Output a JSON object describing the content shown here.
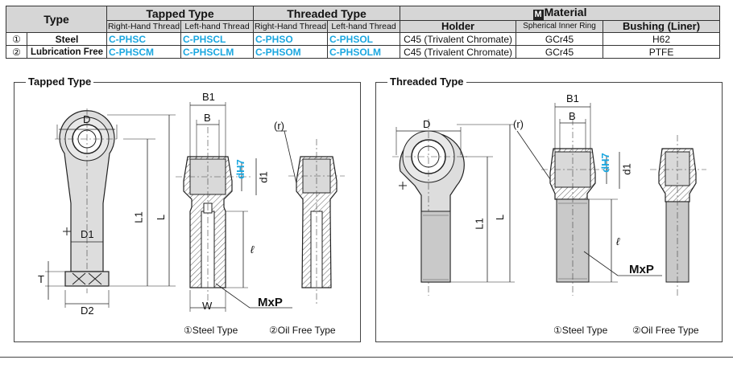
{
  "table": {
    "type_header": "Type",
    "tapped_header": "Tapped Type",
    "threaded_header": "Threaded Type",
    "material_icon": "M",
    "material_header": "Material",
    "sub_headers": {
      "tapped_right": "Right-Hand Thread",
      "tapped_left": "Left-hand Thread",
      "threaded_right": "Right-Hand Thread",
      "threaded_left": "Left-hand Thread",
      "holder": "Holder",
      "inner_ring": "Spherical Inner Ring",
      "bushing": "Bushing (Liner)"
    },
    "rows": [
      {
        "num": "①",
        "type": "Steel",
        "tapped_right": "C-PHSC",
        "tapped_left": "C-PHSCL",
        "threaded_right": "C-PHSO",
        "threaded_left": "C-PHSOL",
        "holder": "C45 (Trivalent Chromate)",
        "inner_ring": "GCr45",
        "bushing": "H62"
      },
      {
        "num": "②",
        "type": "Lubrication Free",
        "tapped_right": "C-PHSCM",
        "tapped_left": "C-PHSCLM",
        "threaded_right": "C-PHSOM",
        "threaded_left": "C-PHSOLM",
        "holder": "C45 (Trivalent Chromate)",
        "inner_ring": "GCr45",
        "bushing": "PTFE"
      }
    ]
  },
  "tapped_panel": {
    "title": "Tapped Type",
    "labels": {
      "D": "D",
      "D1": "D1",
      "D2": "D2",
      "T": "T",
      "L1": "L1",
      "L": "L",
      "B1": "B1",
      "B": "B",
      "dH7": "dH7",
      "d1": "d1",
      "ell": "ℓ",
      "W": "W",
      "MxP": "MxP",
      "r": "(r)"
    },
    "caption_steel": "①Steel Type",
    "caption_oilfree": "②Oil Free Type"
  },
  "threaded_panel": {
    "title": "Threaded Type",
    "labels": {
      "D": "D",
      "L1": "L1",
      "L": "L",
      "B1": "B1",
      "B": "B",
      "dH7": "dH7",
      "d1": "d1",
      "ell": "ℓ",
      "MxP": "MxP",
      "r": "(r)"
    },
    "caption_steel": "①Steel Type",
    "caption_oilfree": "②Oil Free Type"
  },
  "colors": {
    "code_blue": "#1aa7e0",
    "dim_blue": "#1aa7e0",
    "header_gray": "#d6d6d6"
  }
}
